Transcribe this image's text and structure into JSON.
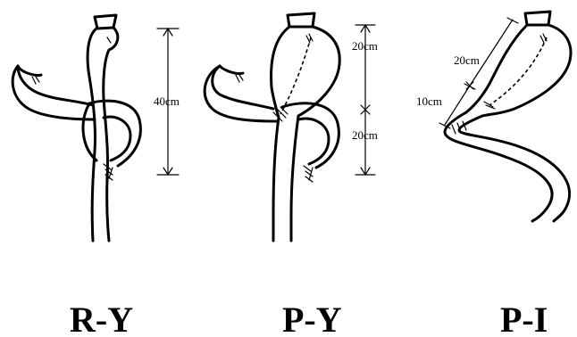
{
  "panels": [
    {
      "id": "ry",
      "caption": "R-Y",
      "measurements": [
        "40cm"
      ]
    },
    {
      "id": "py",
      "caption": "P-Y",
      "measurements": [
        "20cm",
        "20cm"
      ]
    },
    {
      "id": "pi",
      "caption": "P-I",
      "measurements": [
        "20cm",
        "10cm"
      ]
    }
  ]
}
